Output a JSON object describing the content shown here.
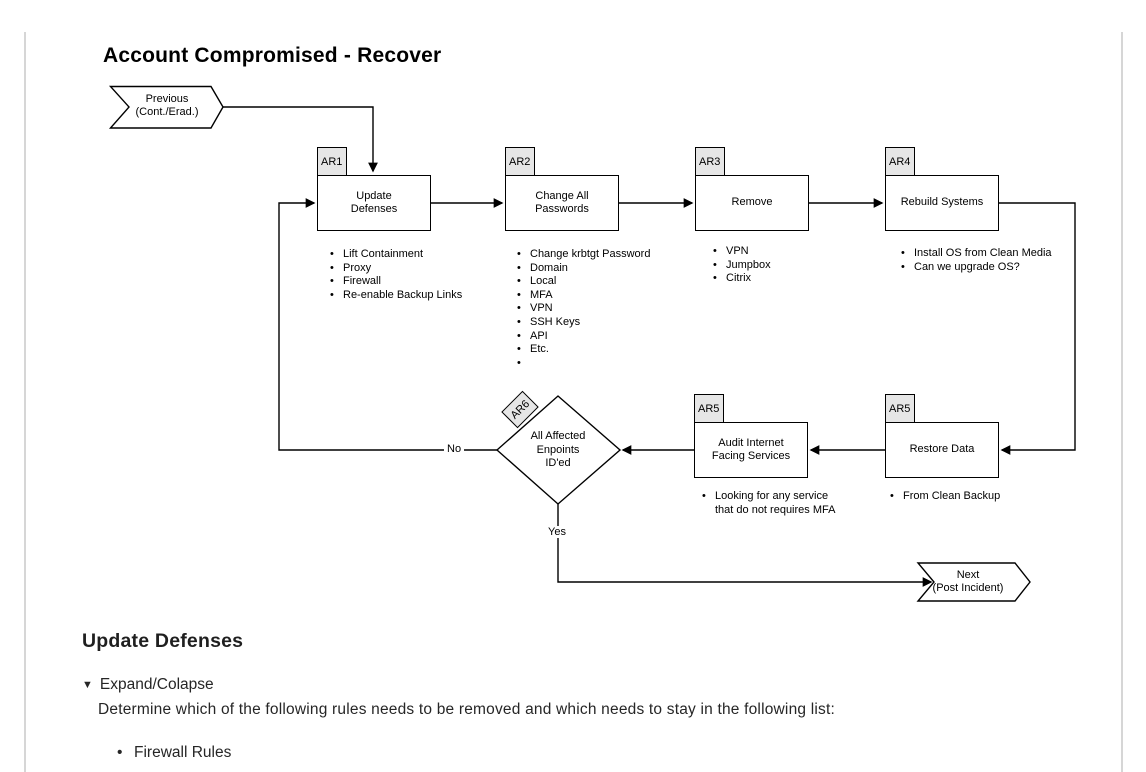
{
  "page": {
    "title": "Account Compromised - Recover",
    "section": {
      "heading": "Update Defenses",
      "toggle_icon": "▼",
      "toggle_label": "Expand/Colapse",
      "instruction": "Determine which of the following rules needs to be removed and which needs to stay in the following list:",
      "bullets": [
        "Firewall Rules"
      ]
    }
  },
  "diagram": {
    "previous": {
      "line1": "Previous",
      "line2": "(Cont./Erad.)"
    },
    "next": {
      "line1": "Next",
      "line2": "(Post Incident)"
    },
    "decision": {
      "tag": "AR6",
      "line1": "All Affected",
      "line2": "Enpoints",
      "line3": "ID'ed",
      "no_label": "No",
      "yes_label": "Yes"
    },
    "nodes": [
      {
        "tag": "AR1",
        "label": "Update\nDefenses",
        "bullets": [
          "Lift Containment",
          "Proxy",
          "Firewall",
          "Re-enable Backup Links"
        ]
      },
      {
        "tag": "AR2",
        "label": "Change All\nPasswords",
        "bullets": [
          "Change krbtgt Password",
          "Domain",
          "Local",
          "MFA",
          "VPN",
          "SSH Keys",
          "API",
          "Etc.",
          ""
        ]
      },
      {
        "tag": "AR3",
        "label": "Remove",
        "bullets": [
          "VPN",
          "Jumpbox",
          "Citrix"
        ]
      },
      {
        "tag": "AR4",
        "label": "Rebuild Systems",
        "bullets": [
          "Install OS from Clean Media",
          "Can we upgrade OS?"
        ]
      },
      {
        "tag": "AR5",
        "label": "Audit Internet\nFacing Services",
        "bullets": [
          "Looking for any service that do not requires MFA"
        ]
      },
      {
        "tag": "AR5",
        "label": "Restore Data",
        "bullets": [
          "From Clean Backup"
        ]
      }
    ]
  }
}
